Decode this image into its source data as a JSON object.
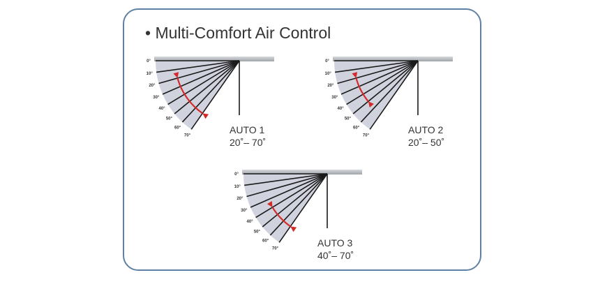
{
  "title": "• Multi-Comfort Air Control",
  "colors": {
    "border": "#5f7fa4",
    "arrow": "#d42a2a",
    "line": "#1a1a1a",
    "fan": "#c8cad8",
    "panel": "#b4b8bc"
  },
  "angle_labels": [
    "0°",
    "10°",
    "20°",
    "30°",
    "40°",
    "50°",
    "60°",
    "70°"
  ],
  "modes": [
    {
      "name": "AUTO 1",
      "range": "20˚– 70˚",
      "from_deg": 20,
      "to_deg": 70
    },
    {
      "name": "AUTO 2",
      "range": "20˚– 50˚",
      "from_deg": 20,
      "to_deg": 50
    },
    {
      "name": "AUTO 3",
      "range": "40˚– 70˚",
      "from_deg": 40,
      "to_deg": 70
    }
  ]
}
